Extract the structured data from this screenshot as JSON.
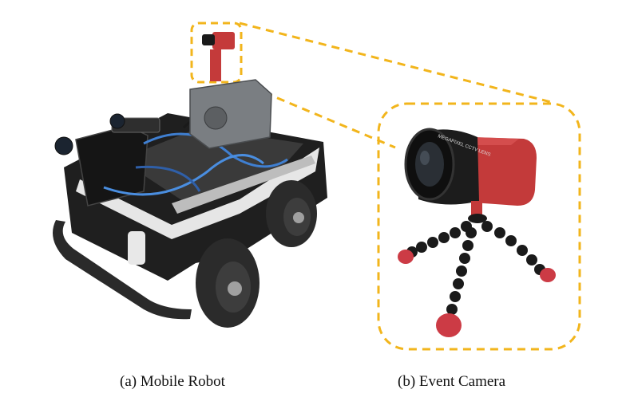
{
  "captions": {
    "robot": "(a) Mobile Robot",
    "camera": "(b) Event Camera"
  },
  "lens_text": "MEGAPIXEL CCTV LENS",
  "colors": {
    "callout_dash": "#f2b51c",
    "camera_body": "#c33a3a",
    "robot_body": "#1f1f1f",
    "robot_panel": "#e6e6e6",
    "tripod": "#1a1a1a",
    "tripod_foot": "#cc3b45"
  }
}
